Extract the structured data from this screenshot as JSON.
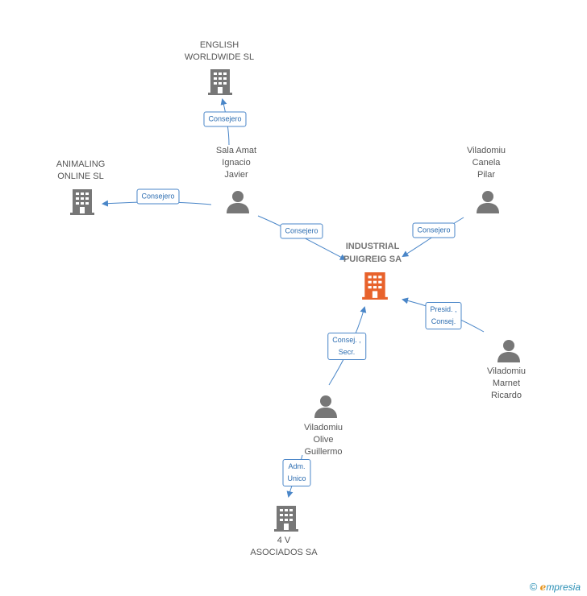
{
  "nodes": {
    "industrial": {
      "label": "INDUSTRIAL\nPUIGREIG SA",
      "type": "company",
      "color": "#e8622b"
    },
    "english": {
      "label": "ENGLISH\nWORLDWIDE  SL",
      "type": "company",
      "color": "#777777"
    },
    "animaling": {
      "label": "ANIMALING\nONLINE  SL",
      "type": "company",
      "color": "#777777"
    },
    "asociados": {
      "label": "4 V\nASOCIADOS SA",
      "type": "company",
      "color": "#777777"
    },
    "sala": {
      "label": "Sala Amat\nIgnacio\nJavier",
      "type": "person",
      "color": "#777777"
    },
    "canela": {
      "label": "Viladomiu\nCanela\nPilar",
      "type": "person",
      "color": "#777777"
    },
    "marnet": {
      "label": "Viladomiu\nMarnet\nRicardo",
      "type": "person",
      "color": "#777777"
    },
    "olive": {
      "label": "Viladomiu\nOlive\nGuillermo",
      "type": "person",
      "color": "#777777"
    }
  },
  "edges": {
    "sala_english": "Consejero",
    "sala_animaling": "Consejero",
    "sala_industrial": "Consejero",
    "canela_industrial": "Consejero",
    "marnet_industrial": "Presid. ,\nConsej.",
    "olive_industrial": "Consej. ,\nSecr.",
    "olive_asociados": "Adm.\nUnico"
  },
  "colors": {
    "edge": "#4a86c8",
    "main": "#e8622b",
    "muted": "#777777"
  },
  "brand": {
    "copyright": "©",
    "e": "e",
    "rest": "mpresia"
  }
}
